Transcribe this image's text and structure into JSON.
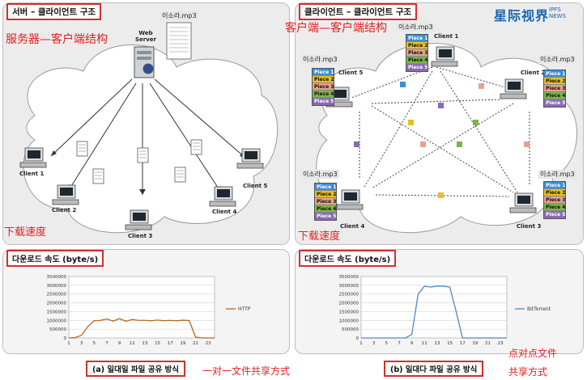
{
  "left_panel": {
    "title": "서버 – 클라이언트 구조",
    "subtitle_cn": "服务器—客户端结构",
    "server_label": "Web\nServer",
    "file_label": "이소라.mp3",
    "clients": [
      "Client 1",
      "Client 2",
      "Client 3",
      "Client 4",
      "Client 5"
    ],
    "speed_cn": "下载速度"
  },
  "right_panel": {
    "title": "클라이언트 – 클라이언트 구조",
    "subtitle_cn": "客户端—客户端结构",
    "file_label": "이소라.mp3",
    "clients": [
      "Client 1",
      "Client 2",
      "Client 3",
      "Client 4",
      "Client 5"
    ],
    "pieces": [
      "Piece 1",
      "Piece 2",
      "Piece 3",
      "Piece 4",
      "Piece 5"
    ],
    "piece_colors": [
      "#3b8ed6",
      "#e8c020",
      "#e8a090",
      "#7ab648",
      "#8a6ab0"
    ],
    "speed_cn": "下载速度"
  },
  "logo": {
    "main": "星际视界",
    "sub1": "IPFS",
    "sub2": "NEWS"
  },
  "left_chart": {
    "title": "다운로드 속도 (byte/s)",
    "caption": "(a) 일대일 파일 공유 방식",
    "caption_cn": "一对一文件共享方式"
  },
  "right_chart": {
    "title": "다운로드 속도 (byte/s)",
    "caption": "(b) 일대다 파일 공유 방식",
    "caption_cn_1": "点对点文件",
    "caption_cn_2": "共享方式"
  },
  "chart_data": [
    {
      "type": "line",
      "title": "",
      "xlabel": "",
      "ylabel": "",
      "ylim": [
        0,
        3500000
      ],
      "y_ticks": [
        "0",
        "500000",
        "1000000",
        "1500000",
        "2000000",
        "2500000",
        "3000000",
        "3500000"
      ],
      "x_ticks": [
        "1",
        "3",
        "5",
        "7",
        "9",
        "11",
        "13",
        "15",
        "17",
        "19",
        "21",
        "23"
      ],
      "x": [
        1,
        2,
        3,
        4,
        5,
        6,
        7,
        8,
        9,
        10,
        11,
        12,
        13,
        14,
        15,
        16,
        17,
        18,
        19,
        20,
        21,
        22,
        23,
        24
      ],
      "series": [
        {
          "name": "HTTP",
          "color": "#b5651d",
          "values": [
            0,
            20000,
            150000,
            650000,
            980000,
            1000000,
            1080000,
            960000,
            1100000,
            950000,
            1050000,
            1000000,
            1000000,
            980000,
            1020000,
            980000,
            1000000,
            980000,
            1010000,
            990000,
            50000,
            0,
            0,
            0
          ]
        }
      ]
    },
    {
      "type": "line",
      "title": "",
      "xlabel": "",
      "ylabel": "",
      "ylim": [
        0,
        3500000
      ],
      "y_ticks": [
        "0",
        "500000",
        "1000000",
        "1500000",
        "2000000",
        "2500000",
        "3000000",
        "3500000"
      ],
      "x_ticks": [
        "1",
        "3",
        "5",
        "7",
        "9",
        "11",
        "13",
        "15",
        "17",
        "19",
        "21",
        "23"
      ],
      "x": [
        1,
        2,
        3,
        4,
        5,
        6,
        7,
        8,
        9,
        10,
        11,
        12,
        13,
        14,
        15,
        16,
        17,
        18,
        19,
        20,
        21,
        22,
        23,
        24
      ],
      "series": [
        {
          "name": "BitTorrent",
          "color": "#4f86c6",
          "values": [
            0,
            0,
            0,
            0,
            0,
            0,
            0,
            0,
            200000,
            2500000,
            2950000,
            2900000,
            2950000,
            2950000,
            2900000,
            1500000,
            0,
            0,
            0,
            0,
            0,
            0,
            0,
            0
          ]
        }
      ]
    }
  ]
}
